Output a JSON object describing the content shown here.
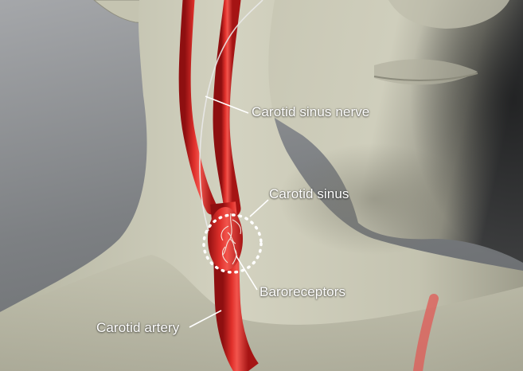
{
  "labels": {
    "carotid_sinus_nerve": "Carotid sinus nerve",
    "carotid_sinus": "Carotid sinus",
    "baroreceptors": "Baroreceptors",
    "carotid_artery": "Carotid artery"
  },
  "colors": {
    "artery": "#d41e1e",
    "artery_highlight": "#f2554d",
    "skin": "#c9c8b5",
    "background": "#8a8c8f",
    "label_text": "#ffffff"
  }
}
